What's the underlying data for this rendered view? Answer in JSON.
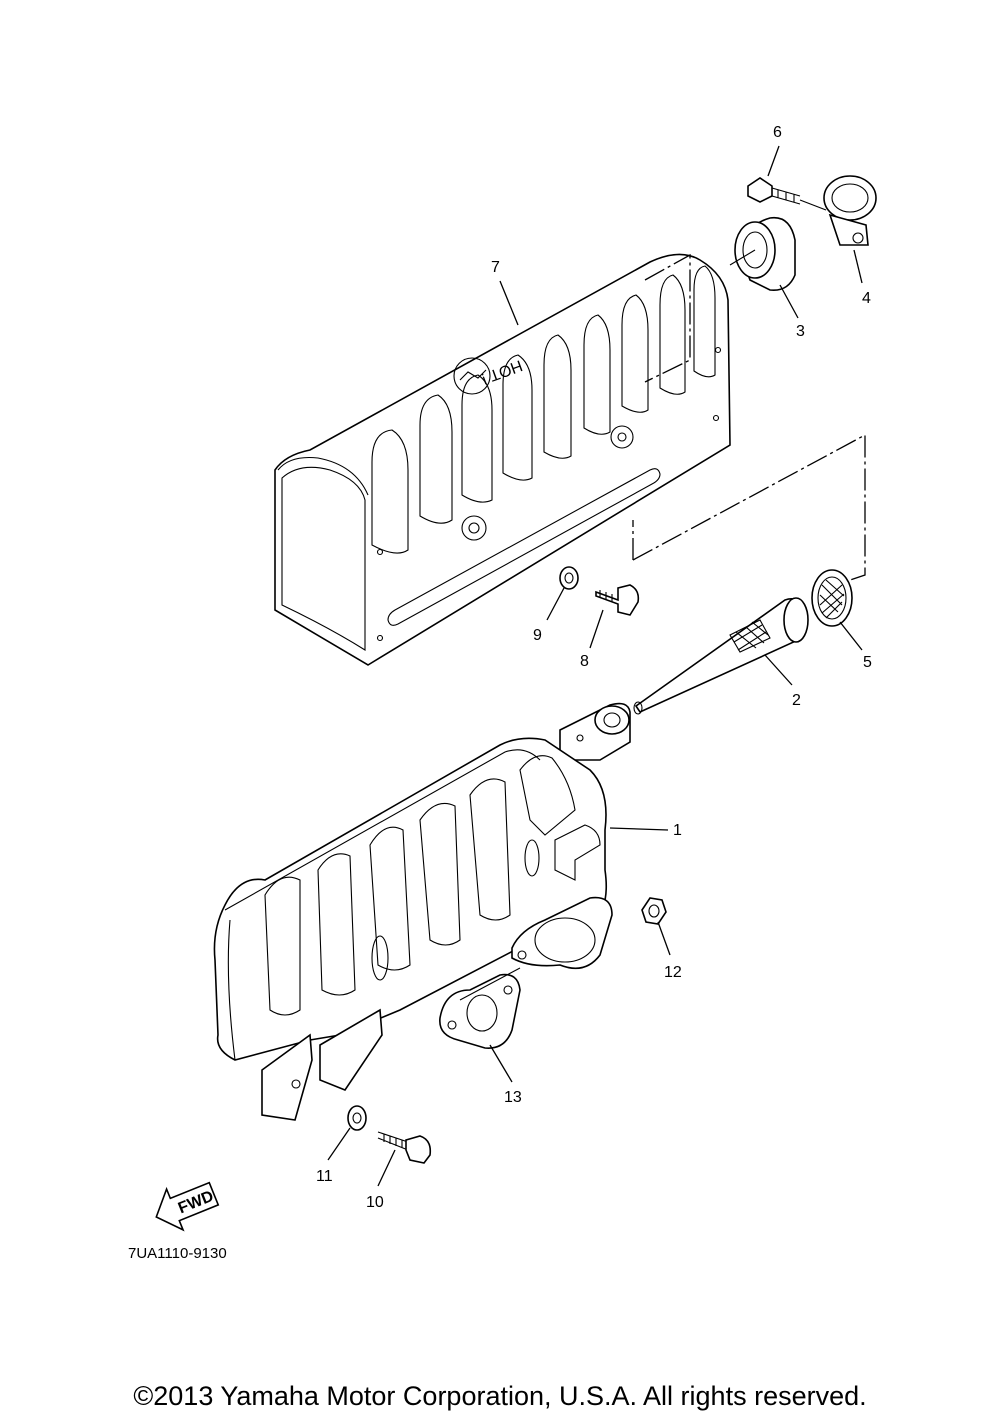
{
  "callouts": {
    "p1": "1",
    "p2": "2",
    "p3": "3",
    "p4": "4",
    "p5": "5",
    "p6": "6",
    "p7": "7",
    "p8": "8",
    "p9": "9",
    "p10": "10",
    "p11": "11",
    "p12": "12",
    "p13": "13"
  },
  "stamp_text": "HOT !",
  "arrow_text": "FWD",
  "diagram_code": "7UA1110-9130",
  "copyright": "©2013 Yamaha Motor Corporation, U.S.A. All rights reserved."
}
